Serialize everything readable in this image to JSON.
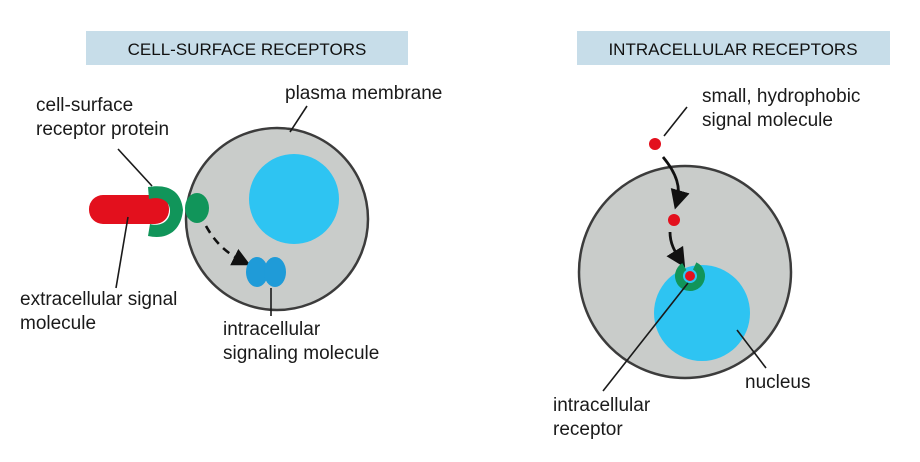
{
  "left_panel": {
    "header": "CELL-SURFACE RECEPTORS",
    "labels": {
      "receptor_line1": "cell-surface",
      "receptor_line2": "receptor protein",
      "membrane": "plasma membrane",
      "signal_line1": "extracellular signal",
      "signal_line2": "molecule",
      "intra_line1": "intracellular",
      "intra_line2": "signaling molecule"
    }
  },
  "right_panel": {
    "header": "INTRACELLULAR RECEPTORS",
    "labels": {
      "small_line1": "small, hydrophobic",
      "small_line2": "signal molecule",
      "nucleus": "nucleus",
      "receptor_line1": "intracellular",
      "receptor_line2": "receptor"
    }
  },
  "colors": {
    "header_bg": "#c7dde9",
    "cell_fill": "#c9ccca",
    "cell_stroke": "#3c3c3c",
    "nucleus": "#2ec4f2",
    "receptor": "#11955a",
    "signal": "#e3101d",
    "relay": "#1f9bd8",
    "arrow": "#111111"
  }
}
